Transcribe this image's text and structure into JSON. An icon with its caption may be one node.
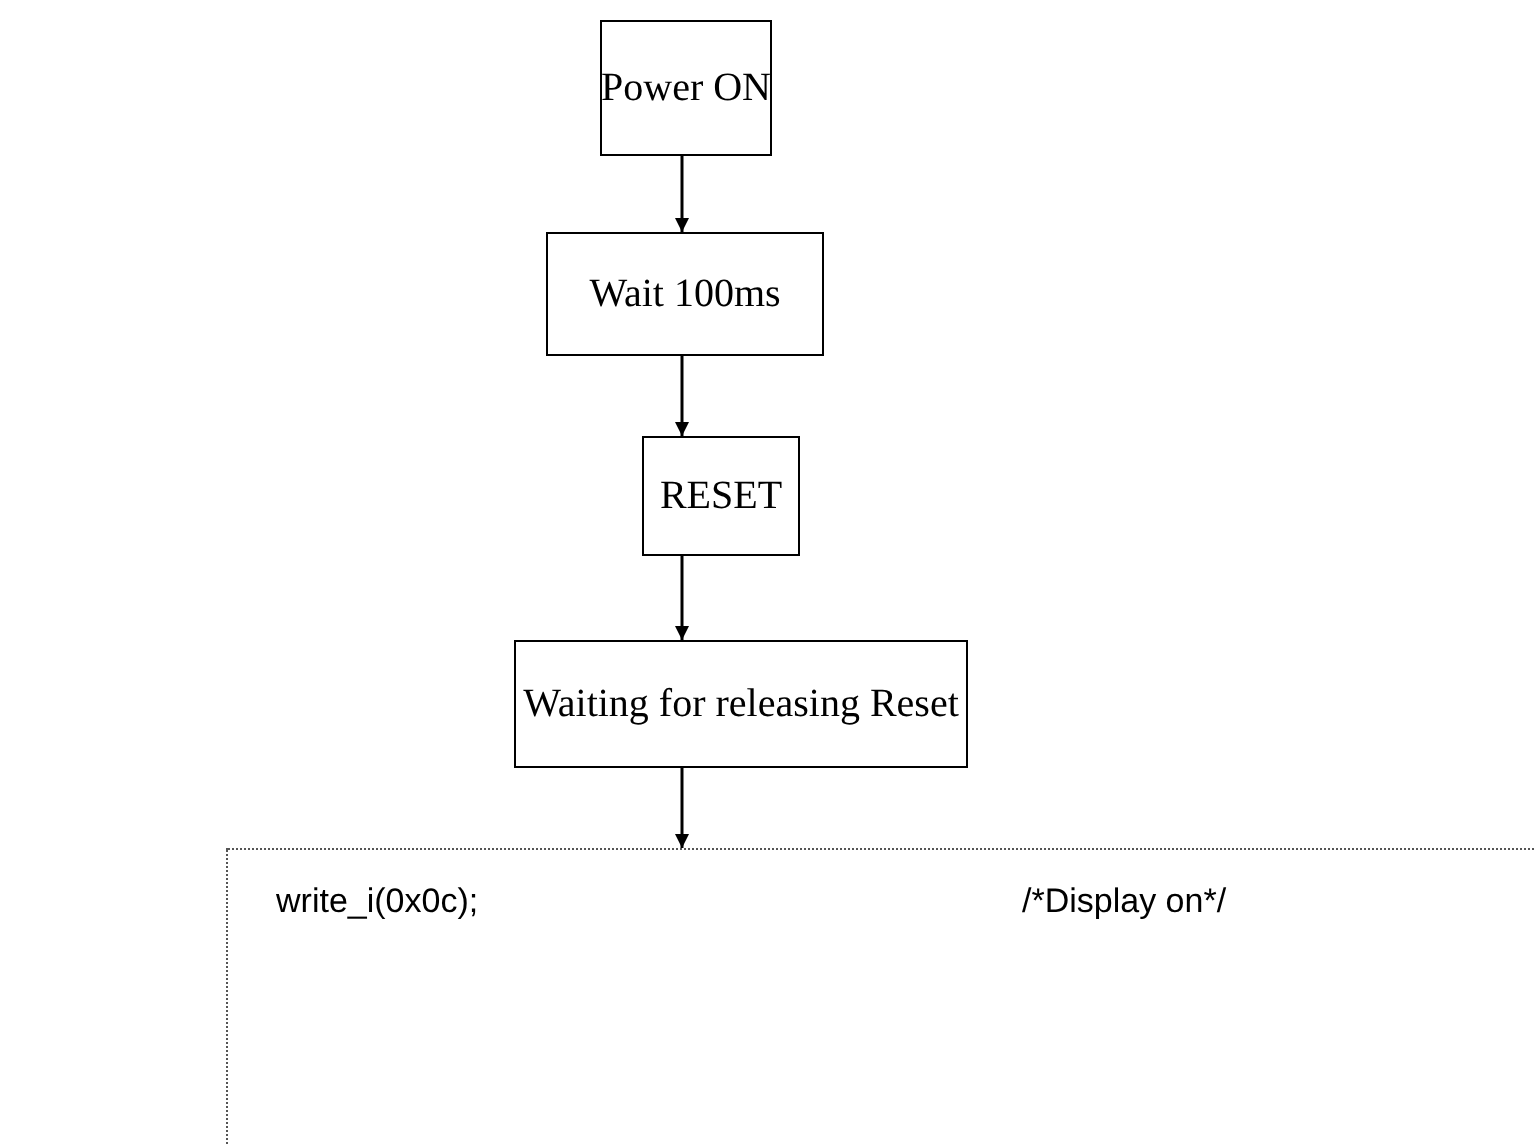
{
  "diagram": {
    "nodes": [
      {
        "text": [
          "Power ON"
        ]
      },
      {
        "text": [
          "Wait 100ms"
        ]
      },
      {
        "text": [
          "RESET"
        ]
      },
      {
        "text": [
          "Waiting for releasing Reset"
        ]
      },
      {
        "text": [
          "write_i(0x0c);",
          "/*Display on*/"
        ]
      }
    ],
    "edges": [
      {
        "from": 0,
        "to": 1,
        "arrow": "to"
      },
      {
        "from": 1,
        "to": 2,
        "arrow": "to"
      },
      {
        "from": 2,
        "to": 3,
        "arrow": "to"
      },
      {
        "from": 3,
        "to": 4,
        "arrow": "to"
      }
    ]
  }
}
